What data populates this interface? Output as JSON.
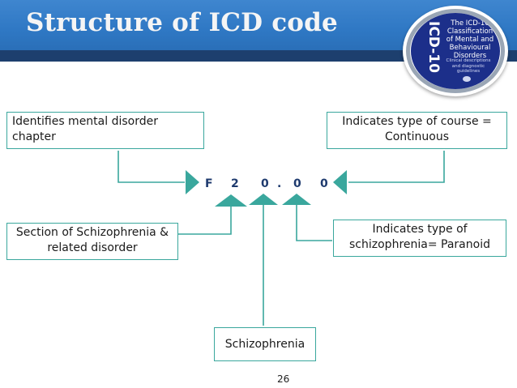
{
  "slide": {
    "title": "Structure of ICD code",
    "page_number": "26"
  },
  "logo": {
    "code": "ICD-10",
    "text": "The ICD-10 Classification of Mental and Behavioural Disorders",
    "subtext": "Clinical descriptions and diagnostic guidelines"
  },
  "code": {
    "chars": [
      "F",
      "2",
      "0",
      ".",
      "0",
      "0"
    ]
  },
  "boxes": {
    "chapter": "Identifies mental disorder chapter",
    "course": "Indicates type of course = Continuous",
    "section": "Section of Schizophrenia & related disorder",
    "type": "Indicates type of schizophrenia= Paranoid",
    "schizophrenia": "Schizophrenia"
  },
  "colors": {
    "header": "#2f78c4",
    "header_stripe": "#1d3f6e",
    "accent": "#3aa79d",
    "code_text": "#1e3a6e"
  }
}
